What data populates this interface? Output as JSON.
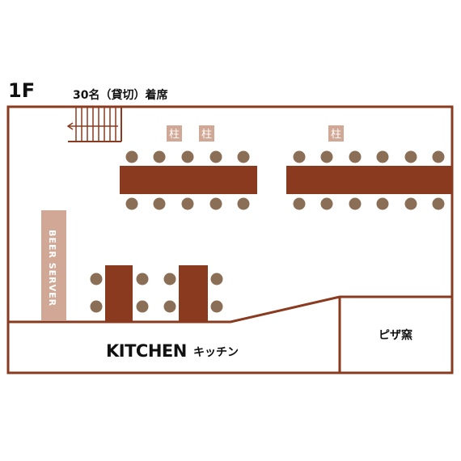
{
  "floor_label": "1F",
  "capacity_text": "30名（貸切）着席",
  "pillar_label": "柱",
  "beer_server_label": "BEER SERVER",
  "kitchen_label": "KITCHEN",
  "kitchen_kana": "キッチン",
  "pizza_oven_label": "ピザ窯",
  "colors": {
    "wall": "#8a3a1e",
    "table": "#8a3a1e",
    "chair": "#8a6f56",
    "pillar": "#d1a795",
    "beer_server": "#d1a795",
    "text": "#111111"
  }
}
